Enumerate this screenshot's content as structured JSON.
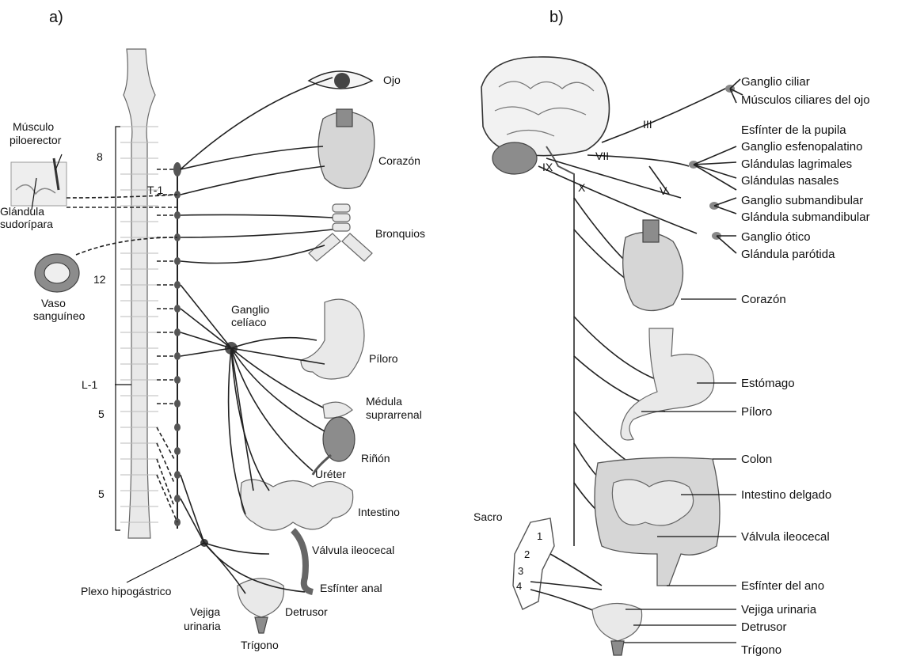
{
  "panels": {
    "a": "a)",
    "b": "b)"
  },
  "left": {
    "spine_labels": {
      "t1": "T-1",
      "l1": "L-1",
      "n8": "8",
      "n12": "12",
      "n5a": "5",
      "n5b": "5"
    },
    "musculo": "Músculo",
    "piloerector": "piloerector",
    "glandula": "Glándula",
    "sudoripara": "sudorípara",
    "vaso": "Vaso",
    "sanguineo": "sanguíneo",
    "ojo": "Ojo",
    "corazon": "Corazón",
    "bronquios": "Bronquios",
    "ganglio": "Ganglio",
    "celiaco": "celíaco",
    "piloro": "Píloro",
    "medula": "Médula",
    "suprarrenal": "suprarrenal",
    "rinon": "Riñón",
    "ureter": "Uréter",
    "intestino": "Intestino",
    "valvula": "Válvula ileocecal",
    "esfinter": "Esfínter anal",
    "plexo": "Plexo hipogástrico",
    "vejiga": "Vejiga",
    "urinaria": "urinaria",
    "detrusor": "Detrusor",
    "trigono": "Trígono"
  },
  "right": {
    "nerves": {
      "iii": "III",
      "vii": "VII",
      "ix": "IX",
      "x": "X",
      "v": "V"
    },
    "sacro": "Sacro",
    "sacral": [
      "1",
      "2",
      "3",
      "4"
    ],
    "labels": [
      "Ganglio ciliar",
      "Músculos ciliares del ojo",
      "Esfínter de la pupila",
      "Ganglio esfenopalatino",
      "Glándulas lagrimales",
      "Glándulas nasales",
      "Ganglio submandibular",
      "Glándula submandibular",
      "Ganglio ótico",
      "Glándula parótida",
      "Corazón",
      "Estómago",
      "Píloro",
      "Colon",
      "Intestino delgado",
      "Válvula ileocecal",
      "Esfínter del ano",
      "Vejiga urinaria",
      "Detrusor",
      "Trígono"
    ]
  }
}
